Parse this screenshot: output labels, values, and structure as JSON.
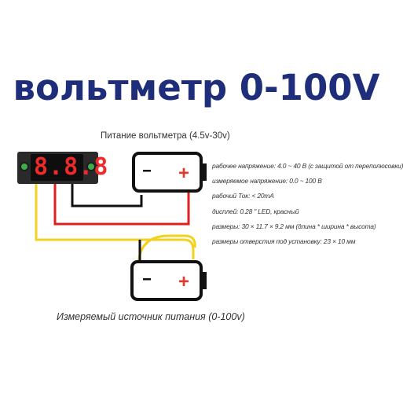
{
  "title": "вольтметр 0-100V",
  "power_label": "Питание вольтметра (4.5v-30v)",
  "source_label": "Измеряемый источник питания (0-100v)",
  "display": {
    "digits": "8.8.8",
    "digit_color": "#ef2a2a",
    "mount_color": "#3fae4a"
  },
  "battery_top": {
    "plus_symbol": "+"
  },
  "battery_bottom": {
    "plus_symbol": "+"
  },
  "specs": [
    "рабочее напряжение: 4.0 ~ 40 В (с защитой от переполюсовки)",
    "измеряемое напряжение: 0.0 ~ 100 В",
    "рабочий Ток: < 20mA",
    "дисплей: 0.28 \" LED, красный",
    "размеры: 30 × 11.7 × 9.2 мм (длина * ширина * высота)",
    "размеры отверстия под установку: 23 × 10 мм"
  ],
  "colors": {
    "title": "#1f2e7a",
    "wire_black": "#111111",
    "wire_red": "#e02020",
    "wire_yellow": "#f2d21e",
    "plus_sign": "#e03a2a"
  }
}
